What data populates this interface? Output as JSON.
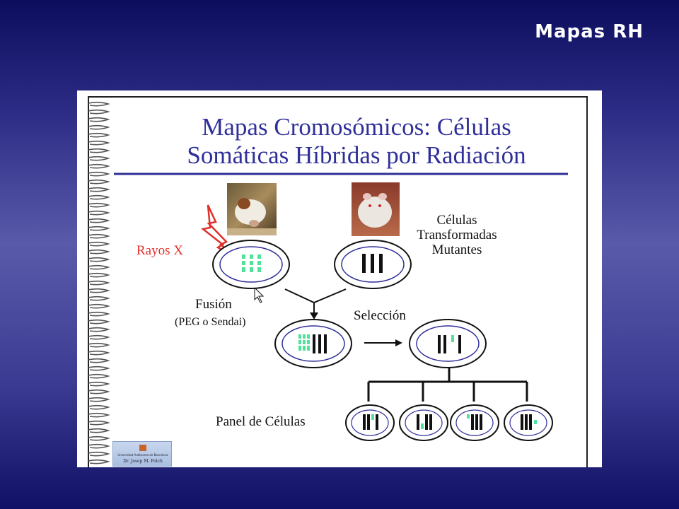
{
  "slide": {
    "title": "Mapas RH"
  },
  "diagram": {
    "title_line1": "Mapas Cromosómicos: Células",
    "title_line2": "Somáticas Híbridas por Radiación",
    "labels": {
      "xrays": "Rayos X",
      "transformed_line1": "Células",
      "transformed_line2": "Transformadas",
      "transformed_line3": "Mutantes",
      "fusion": "Fusión",
      "fusion_agents": "(PEG o Sendai)",
      "selection": "Selección",
      "panel": "Panel de Células"
    },
    "photos": {
      "donor": "cow-photo",
      "recipient": "hamster-photo"
    },
    "logo": {
      "institution": "Universitat Autònoma de Barcelona",
      "author": "Dr. Josep M. Folch"
    },
    "colors": {
      "title": "#2f2f9a",
      "rule": "#2f2f9a",
      "xray": "#e0302c",
      "donor_chromosome": "#4de39a",
      "host_chromosome": "#111111",
      "background_top": "#0d0d5e",
      "background_mid": "#5a5aaa"
    }
  }
}
